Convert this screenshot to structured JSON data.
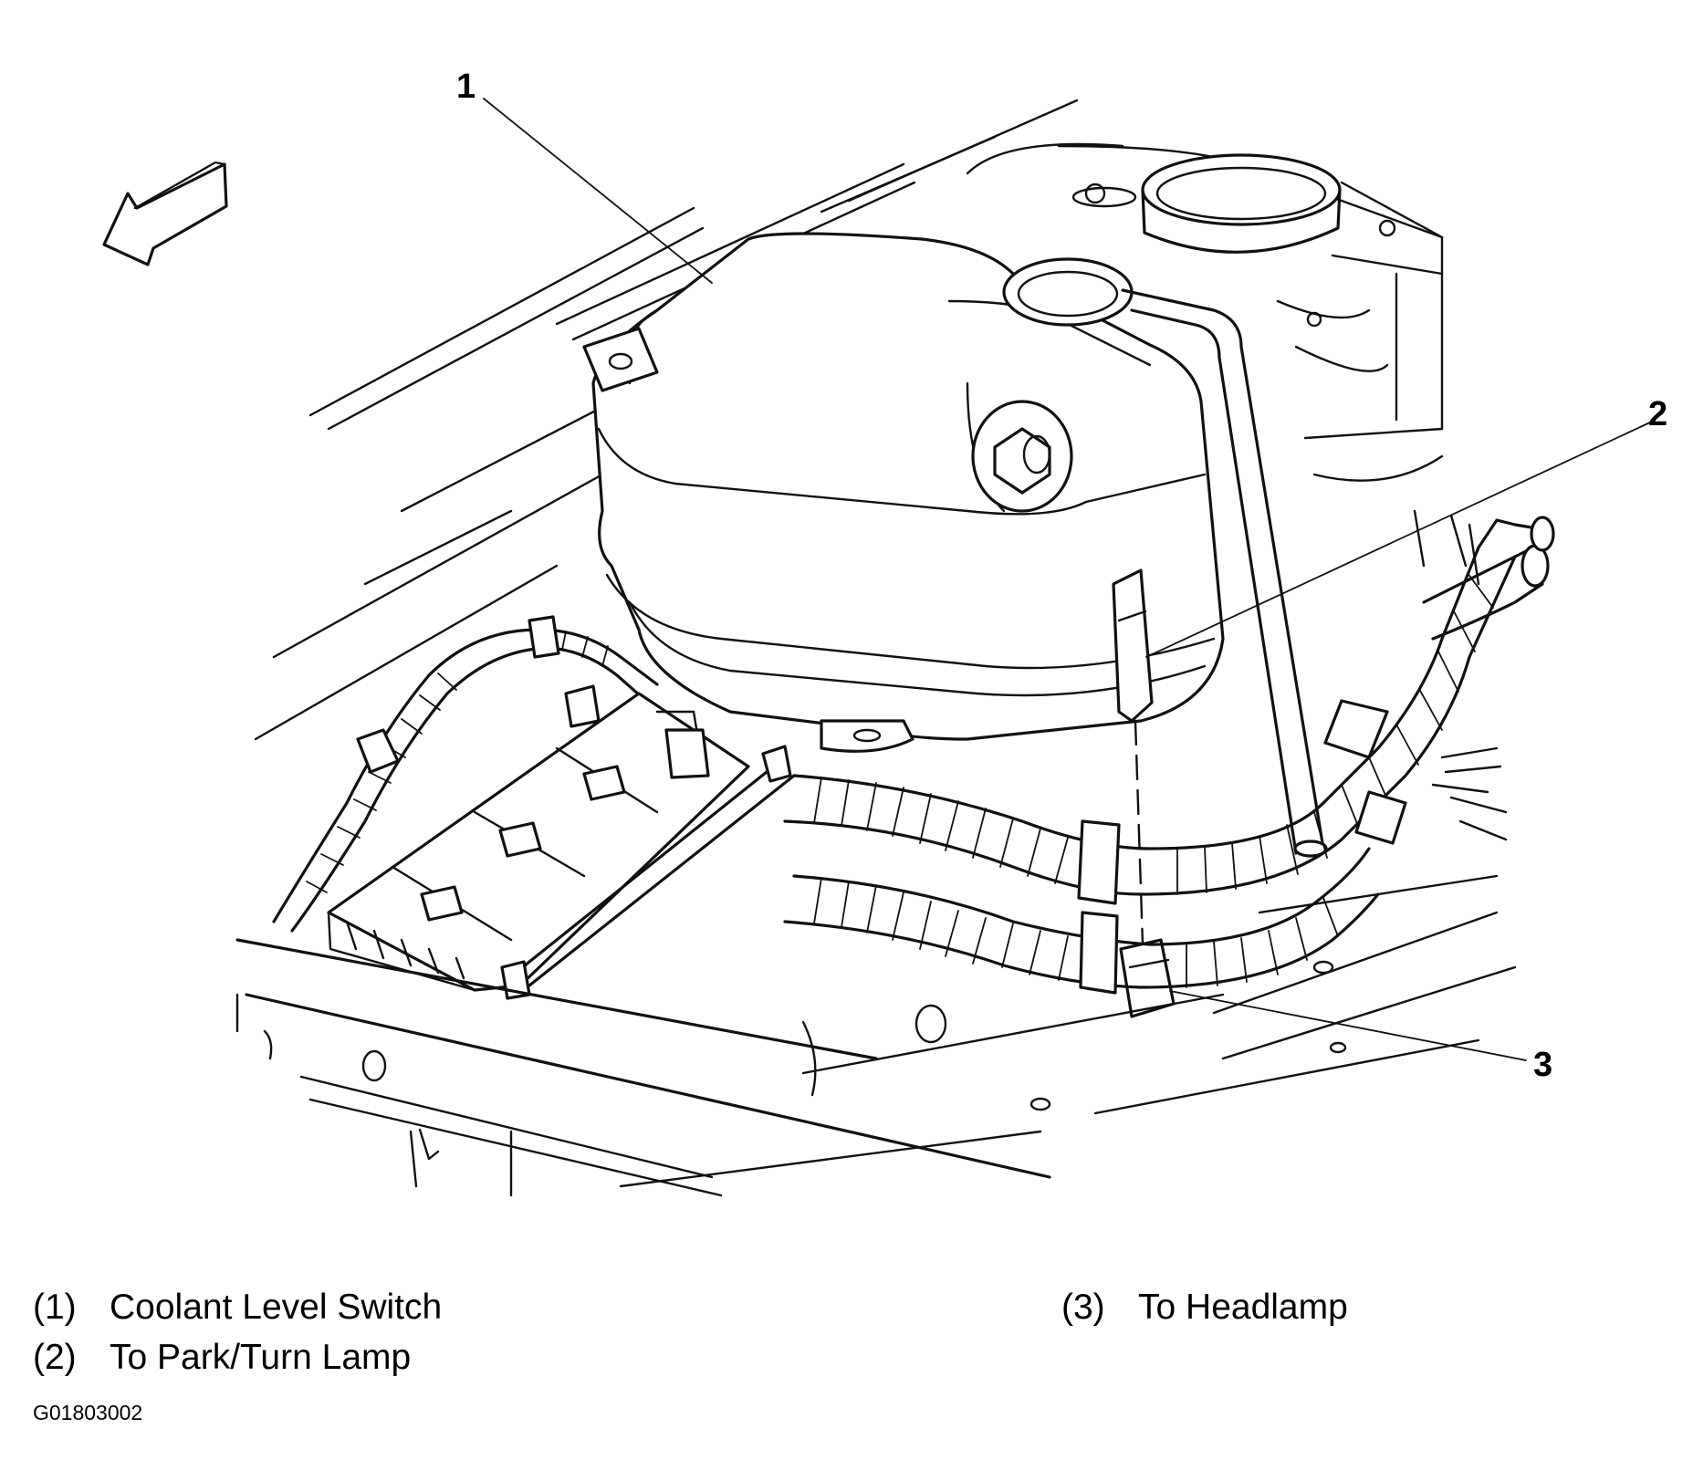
{
  "callouts": [
    {
      "number": "1"
    },
    {
      "number": "2"
    },
    {
      "number": "3"
    }
  ],
  "legend": [
    {
      "index": "(1)",
      "label": "Coolant Level Switch"
    },
    {
      "index": "(2)",
      "label": "To Park/Turn Lamp"
    },
    {
      "index": "(3)",
      "label": "To Headlamp"
    }
  ],
  "figure_code": "G01803002"
}
